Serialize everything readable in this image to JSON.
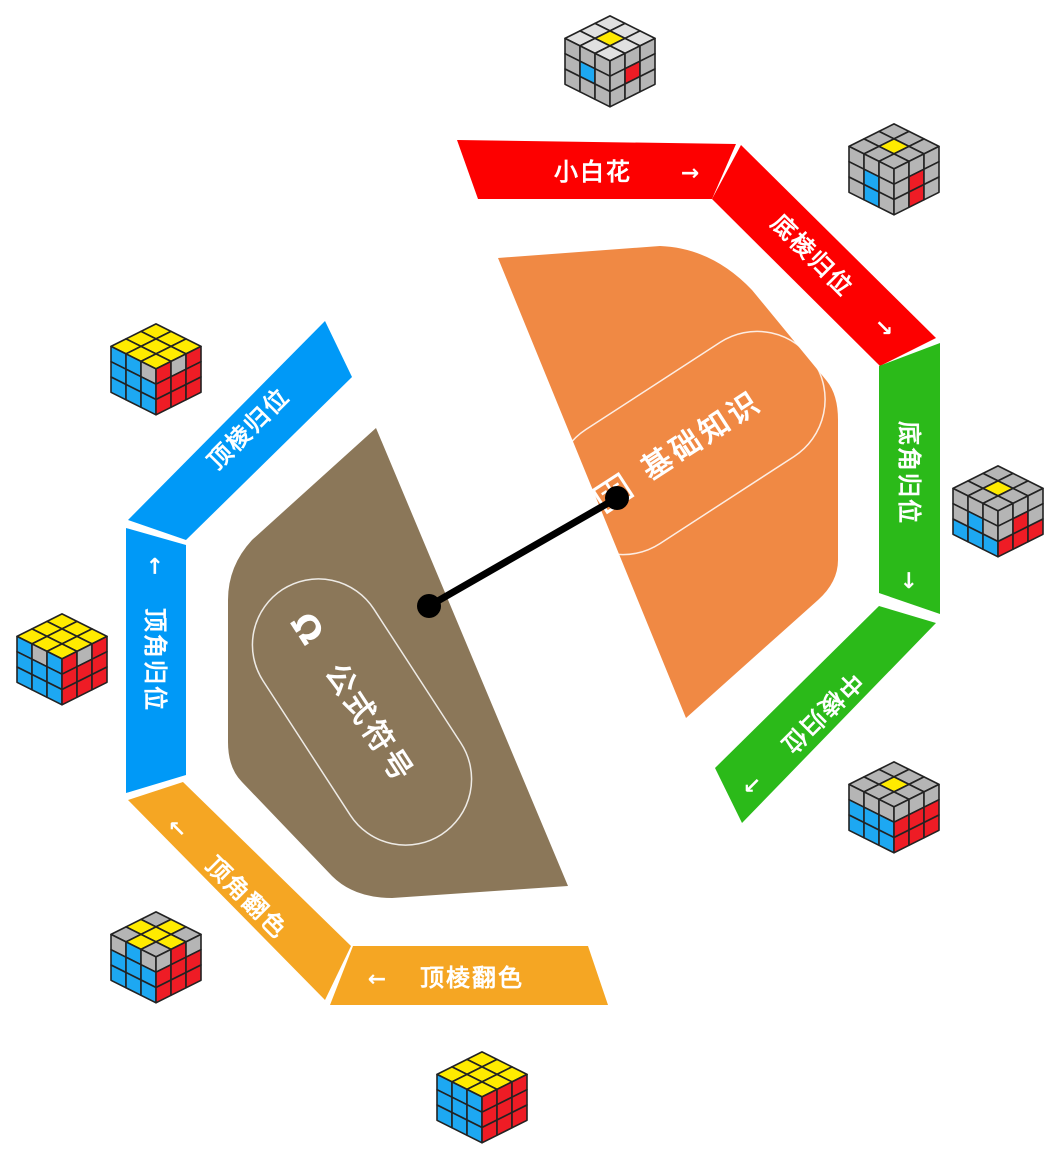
{
  "colors": {
    "red": "#fd0000",
    "green": "#2bba19",
    "blue": "#0099f7",
    "yellow": "#f5a623",
    "orange_core": "#f08944",
    "brown_core": "#8b7759",
    "cube_white": "#e0e0e0",
    "cube_yellow": "#ffeb00",
    "cube_blue": "#1da8f2",
    "cube_red": "#ee1c25",
    "cube_grey": "#b5b5b5"
  },
  "steps": [
    {
      "label": "小白花",
      "color": "red",
      "arrow": "→"
    },
    {
      "label": "底棱归位",
      "color": "red",
      "arrow": "↘"
    },
    {
      "label": "底角归位",
      "color": "green",
      "arrow": "↓"
    },
    {
      "label": "中棱归位",
      "color": "green",
      "arrow": "↙"
    },
    {
      "label": "顶棱翻色",
      "color": "yellow",
      "arrow": "←"
    },
    {
      "label": "顶角翻色",
      "color": "yellow",
      "arrow": "↖"
    },
    {
      "label": "顶角归位",
      "color": "blue",
      "arrow": "↑"
    },
    {
      "label": "顶棱归位",
      "color": "blue",
      "arrow": ""
    }
  ],
  "core": {
    "basics_label": "基础知识",
    "basics_icon": "open-book-icon",
    "notation_label": "公式符号",
    "notation_icon": "omega-icon"
  },
  "cubes": [
    {
      "name": "cube-stage-small-flower",
      "state": "white-cross"
    },
    {
      "name": "cube-stage-bottom-edges",
      "state": "bottom-edges-placed"
    },
    {
      "name": "cube-stage-bottom-corners",
      "state": "first-layer-complete"
    },
    {
      "name": "cube-stage-middle-edges",
      "state": "two-layers-complete"
    },
    {
      "name": "cube-stage-top-cross",
      "state": "yellow-cross"
    },
    {
      "name": "cube-stage-top-corners-orient",
      "state": "yellow-face"
    },
    {
      "name": "cube-stage-top-corners-place",
      "state": "corners-placed"
    },
    {
      "name": "cube-stage-solved",
      "state": "solved"
    }
  ]
}
